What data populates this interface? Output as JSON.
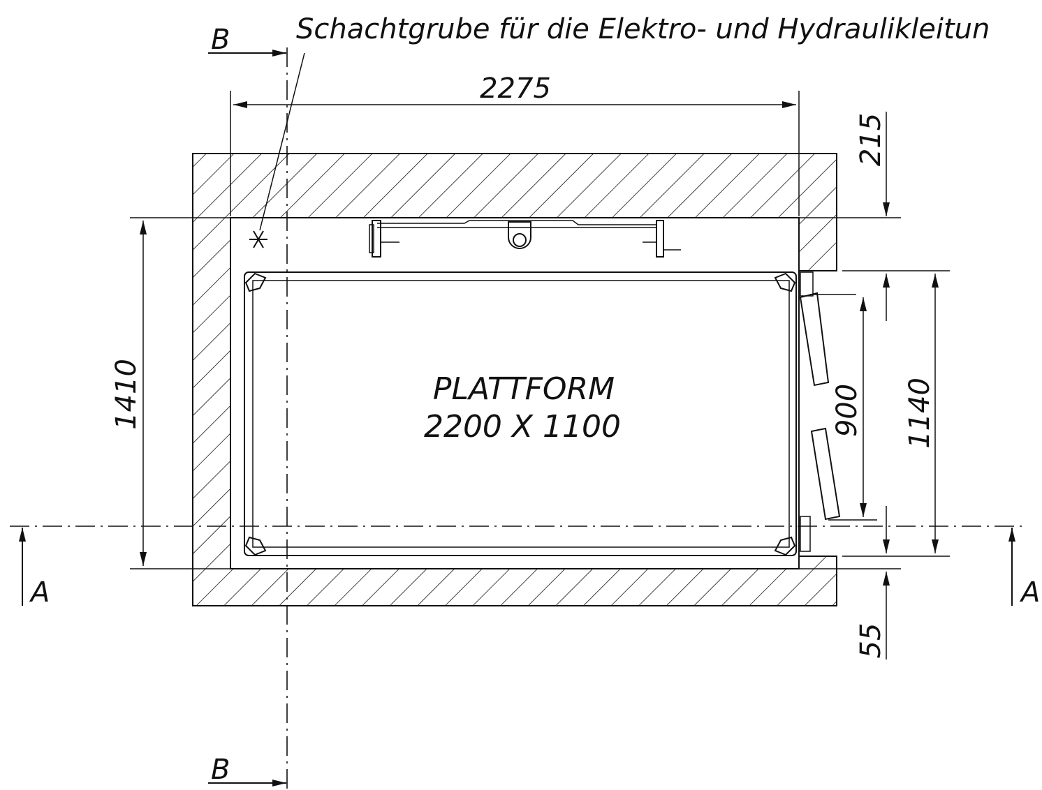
{
  "note": {
    "text": "Schachtgrube für die Elektro- und Hydraulikleitun"
  },
  "platform": {
    "label": "PLATTFORM",
    "size": "2200 X 1100"
  },
  "dimensions": {
    "width_top": "2275",
    "depth_left": "1410",
    "wall_offset_top": "215",
    "door_opening": "900",
    "door_wall_opening": "1140",
    "wall_offset_bottom": "55"
  },
  "section_markers": {
    "b_top": "B",
    "b_bottom": "B",
    "a_left": "A",
    "a_right": "A"
  },
  "icons": {
    "pit_marker": "asterisk-icon",
    "door_panels": "folding-door-icon",
    "guide_rail": "rail-bracket-icon"
  }
}
